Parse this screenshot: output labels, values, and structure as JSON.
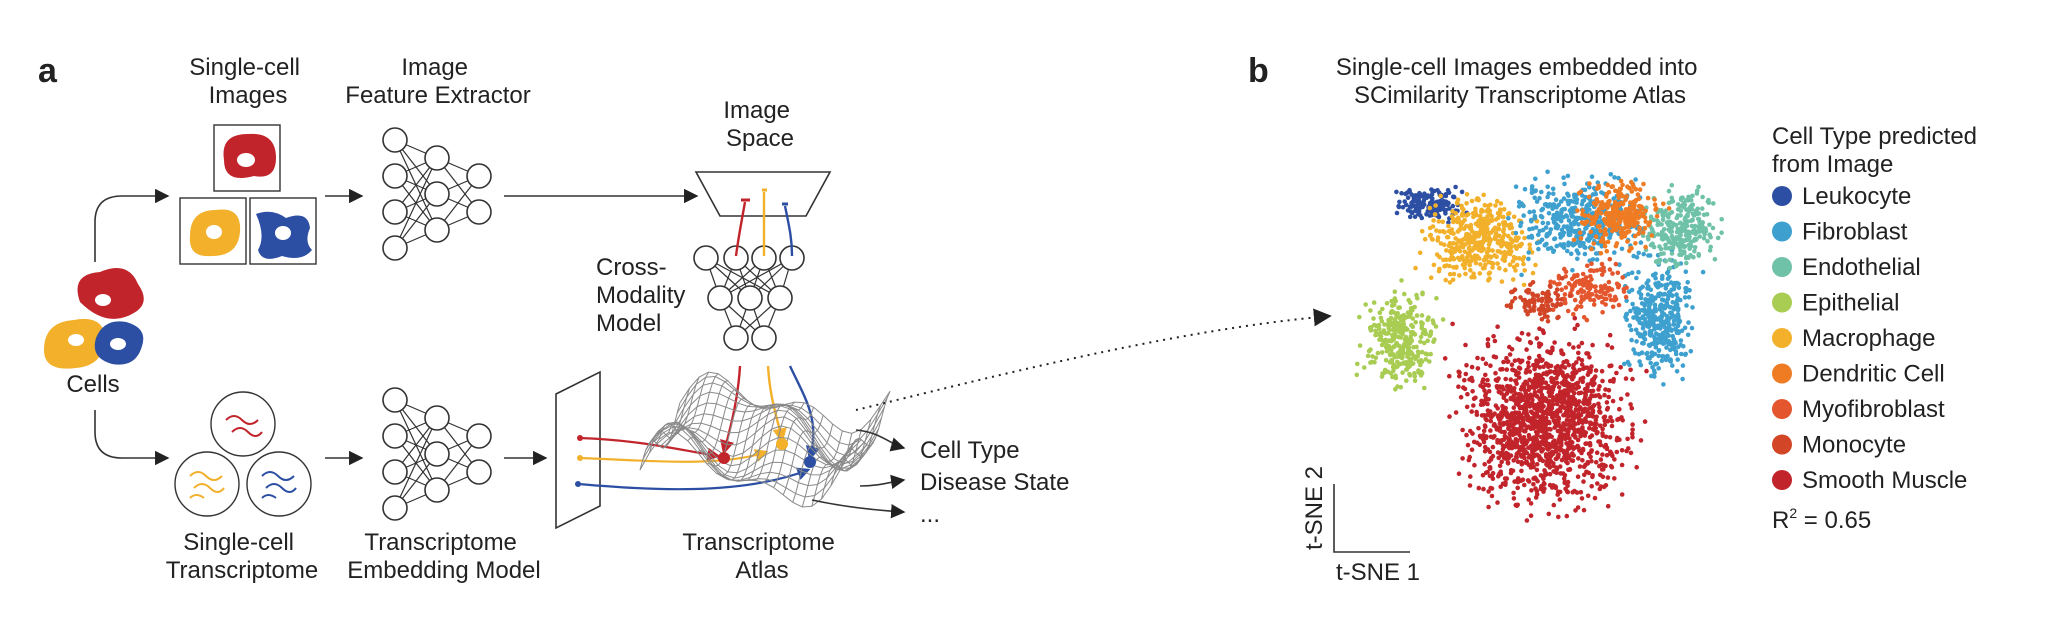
{
  "panel_a": {
    "letter": "a",
    "cells_label": "Cells",
    "single_cell_images": [
      "Single-cell",
      "Images"
    ],
    "feature_extractor": [
      "Image",
      "Feature Extractor"
    ],
    "image_space": [
      "Image",
      "Space"
    ],
    "cross_modality": [
      "Cross-",
      "Modality",
      "Model"
    ],
    "single_cell_transcriptome": [
      "Single-cell",
      "Transcriptome"
    ],
    "embedding_model": [
      "Transcriptome",
      "Embedding Model"
    ],
    "atlas": [
      "Transcriptome",
      "Atlas"
    ],
    "outputs": [
      "Cell Type",
      "Disease State",
      "..."
    ]
  },
  "panel_b": {
    "letter": "b",
    "title": [
      "Single-cell Images embedded into",
      "SCimilarity Transcriptome Atlas"
    ],
    "axis_x": "t-SNE 1",
    "axis_y": "t-SNE 2",
    "legend_title": [
      "Cell Type predicted",
      "from Image"
    ],
    "legend": [
      {
        "name": "Leukocyte",
        "color": "#2d4fa3"
      },
      {
        "name": "Fibroblast",
        "color": "#3ea0cf"
      },
      {
        "name": "Endothelial",
        "color": "#6fc2a8"
      },
      {
        "name": "Epithelial",
        "color": "#a9cc52"
      },
      {
        "name": "Macrophage",
        "color": "#f2b02b"
      },
      {
        "name": "Dendritic Cell",
        "color": "#ef7b22"
      },
      {
        "name": "Myofibroblast",
        "color": "#e4562d"
      },
      {
        "name": "Monocyte",
        "color": "#d24527"
      },
      {
        "name": "Smooth Muscle",
        "color": "#c2242b"
      }
    ],
    "r_squared_label": "R",
    "r_squared_sup": "2",
    "r_squared_value": " = 0.65"
  },
  "colors": {
    "red": "#c2242b",
    "yellow": "#f2b02b",
    "blue": "#2d4fa3"
  }
}
